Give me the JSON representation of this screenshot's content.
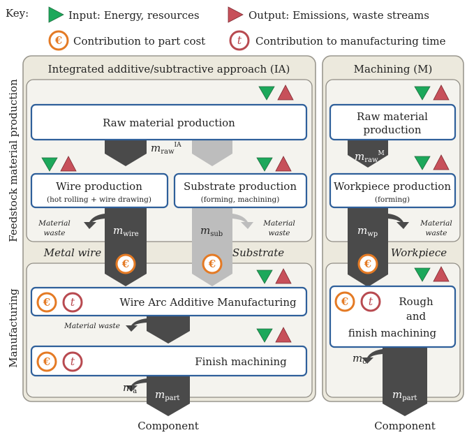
{
  "key": {
    "label": "Key:",
    "input": "Input: Energy, resources",
    "output": "Output: Emissions, waste streams",
    "cost": "Contribution to part cost",
    "time": "Contribution to manufacturing time",
    "cost_symbol": "€",
    "time_symbol": "t"
  },
  "side_labels": {
    "feedstock": "Feedstock material production",
    "manufacturing": "Manufacturing"
  },
  "ia": {
    "title": "Integrated additive/subtractive approach (IA)",
    "raw_material": "Raw material production",
    "wire_title": "Wire production",
    "wire_sub": "(hot rolling + wire drawing)",
    "substrate_title": "Substrate production",
    "substrate_sub": "(forming, machining)",
    "material_waste_1": "Material",
    "material_waste_2": "waste",
    "metal_wire": "Metal wire",
    "substrate": "Substrate",
    "waam": "Wire Arc Additive Manufacturing",
    "waam_waste": "Material waste",
    "finish": "Finish machining",
    "output": "Component"
  },
  "m": {
    "title": "Machining (M)",
    "raw_material_1": "Raw material",
    "raw_material_2": "production",
    "workpiece_prod": "Workpiece production",
    "workpiece_sub": "(forming)",
    "material_waste_1": "Material",
    "material_waste_2": "waste",
    "workpiece": "Workpiece",
    "rough_1": "Rough",
    "rough_2": "and",
    "rough_3": "finish machining",
    "output": "Component"
  },
  "flows": {
    "m_letter": "m",
    "raw_ia_sub": "raw",
    "raw_ia_sup": "IA",
    "raw_m_sub": "raw",
    "raw_m_sup": "M",
    "wire": "wire",
    "sub": "sub",
    "wp": "wp",
    "a": "a",
    "c": "c",
    "part": "part"
  },
  "colors": {
    "input": "#1ca85b",
    "output": "#c7505a",
    "cost": "#e47a24",
    "time": "#b84a50",
    "box_border": "#2e5f9a",
    "flow_dark": "#4a4a4a",
    "flow_light": "#bdbdbd"
  }
}
